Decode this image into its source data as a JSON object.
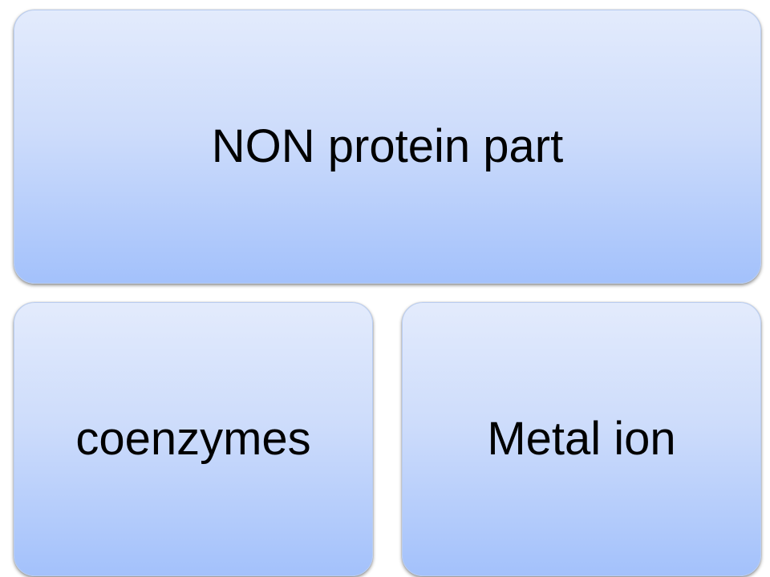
{
  "diagram": {
    "top_box": {
      "label": "NON protein part"
    },
    "bottom_boxes": [
      {
        "label": "coenzymes"
      },
      {
        "label": "Metal ion"
      }
    ]
  },
  "colors": {
    "box_gradient_top": "#e3ebfc",
    "box_gradient_bottom": "#a3c1fb",
    "box_border": "#b9cdf1",
    "text": "#000000",
    "background": "#ffffff"
  }
}
